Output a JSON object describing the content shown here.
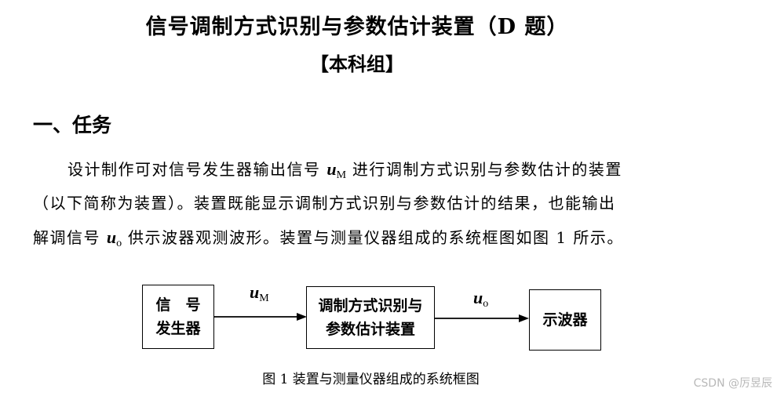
{
  "document": {
    "title": "信号调制方式识别与参数估计装置（D 题）",
    "subtitle": "【本科组】",
    "section_heading": "一、任务"
  },
  "paragraph": {
    "line1_a": "设计制作可对信号发生器输出信号 ",
    "line1_var": "u",
    "line1_sub": "M",
    "line1_b": " 进行调制方式识别与参数估计的装置",
    "line2": "（以下简称为装置）。装置既能显示调制方式识别与参数估计的结果，也能输出",
    "line3_a": "解调信号 ",
    "line3_var": "u",
    "line3_sub": "o",
    "line3_b": " 供示波器观测波形。装置与测量仪器组成的系统框图如图 1 所示。"
  },
  "figure": {
    "box_generator_line1": "信　号",
    "box_generator_line2": "发生器",
    "box_device_line1": "调制方式识别与",
    "box_device_line2": "参数估计装置",
    "box_scope": "示波器",
    "arrow1_var": "u",
    "arrow1_sub": "M",
    "arrow2_var": "u",
    "arrow2_sub": "o",
    "caption": "图 1  装置与测量仪器组成的系统框图"
  },
  "watermark": "CSDN @厉昱辰"
}
